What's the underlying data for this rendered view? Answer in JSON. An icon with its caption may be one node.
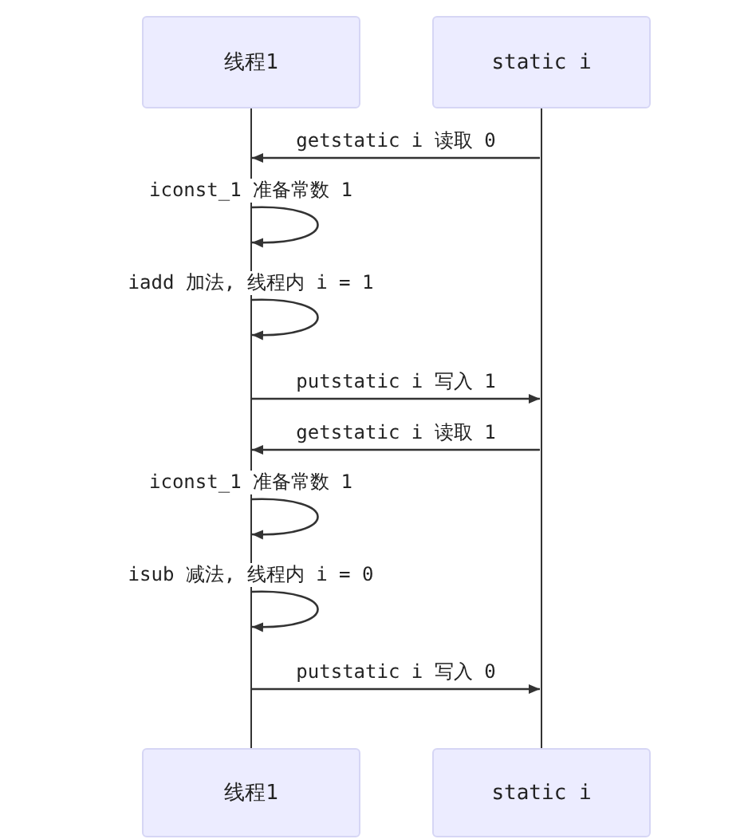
{
  "diagram": {
    "nodes": [
      {
        "text": [
          "线程1"
        ]
      },
      {
        "text": [
          "static i"
        ]
      },
      {
        "text": [],
        "shape": "bar"
      },
      {
        "text": [],
        "shape": "bar"
      },
      {
        "text": [
          "线程1"
        ]
      },
      {
        "text": [
          "static i"
        ]
      }
    ],
    "edges": [
      {
        "from": 3,
        "to": 2,
        "arrow": "to",
        "label": "getstatic i 读取 0"
      },
      {
        "from": 2,
        "to": 2,
        "arrow": "to",
        "label": "iconst_1 准备常数 1"
      },
      {
        "from": 2,
        "to": 2,
        "arrow": "to",
        "label": "iadd 加法, 线程内 i = 1"
      },
      {
        "from": 2,
        "to": 3,
        "arrow": "to",
        "label": "putstatic i 写入 1"
      },
      {
        "from": 3,
        "to": 2,
        "arrow": "to",
        "label": "getstatic i 读取 1"
      },
      {
        "from": 2,
        "to": 2,
        "arrow": "to",
        "label": "iconst_1 准备常数 1"
      },
      {
        "from": 2,
        "to": 2,
        "arrow": "to",
        "label": "isub 减法, 线程内 i = 0"
      },
      {
        "from": 2,
        "to": 3,
        "arrow": "to",
        "label": "putstatic i 写入 0"
      }
    ]
  }
}
